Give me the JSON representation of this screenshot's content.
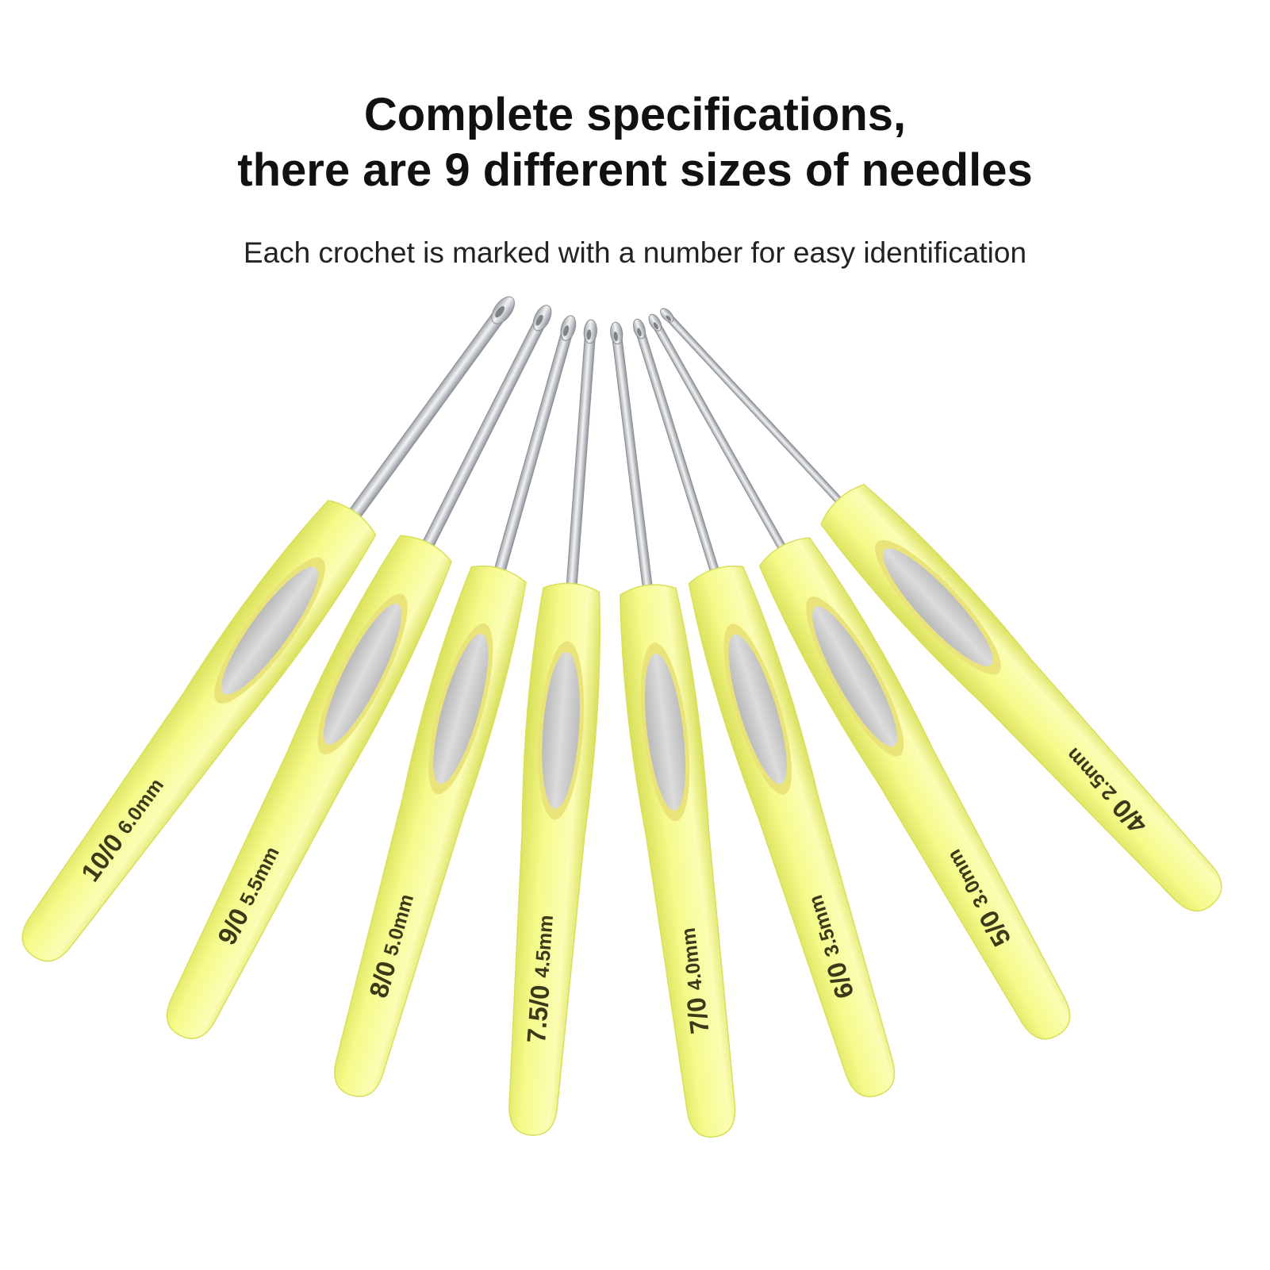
{
  "headline": {
    "line1": "Complete specifications,",
    "line2": "there are 9 different sizes of needles"
  },
  "subline": "Each crochet is marked with a number for easy identification",
  "colors": {
    "handle": "#f5fa8a",
    "handle_edge": "#d9df5a",
    "grip": "#cfcfcf",
    "grip_rim": "#e9e37a",
    "shaft": "#c9ccd1",
    "shaft_highlight": "#f2f3f5",
    "label_text": "#3a3a1a"
  },
  "icons": [
    "crochet-hook-icon"
  ],
  "hooks": [
    {
      "size": "10/0",
      "mm": "6.0mm"
    },
    {
      "size": "9/0",
      "mm": "5.5mm"
    },
    {
      "size": "8/0",
      "mm": "5.0mm"
    },
    {
      "size": "7.5/0",
      "mm": "4.5mm"
    },
    {
      "size": "7/0",
      "mm": "4.0mm"
    },
    {
      "size": "6/0",
      "mm": "3.5mm"
    },
    {
      "size": "5/0",
      "mm": "3.0mm"
    },
    {
      "size": "4/0",
      "mm": "2.5mm"
    }
  ]
}
